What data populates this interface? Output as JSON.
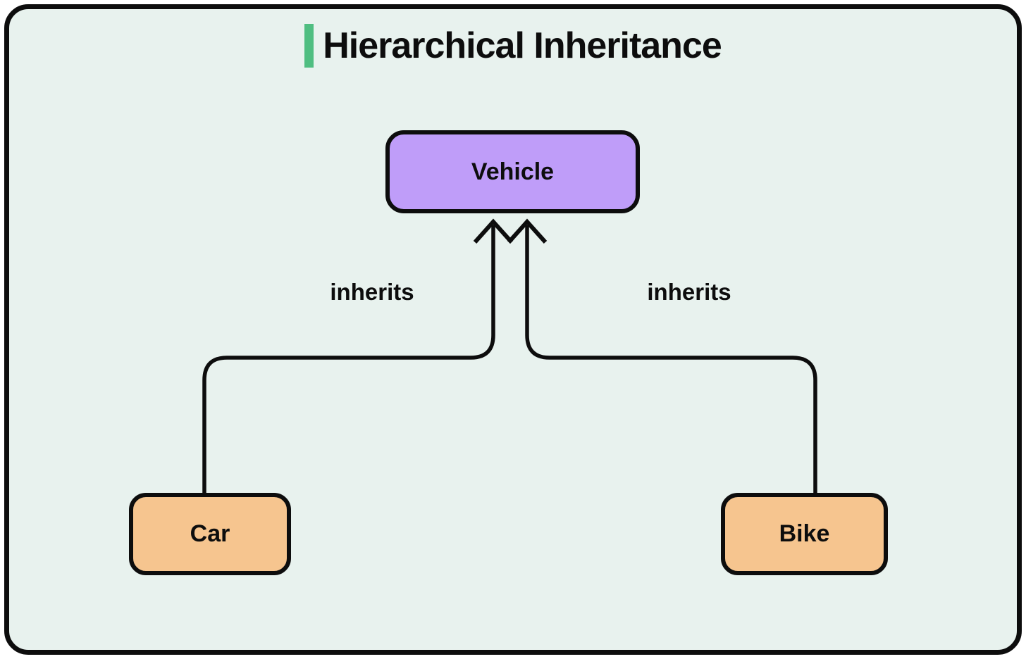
{
  "title": {
    "text": "Hierarchical Inheritance"
  },
  "colors": {
    "page_bg": "#ffffff",
    "canvas_bg": "#e8f2ee",
    "frame_border": "#0d0d0d",
    "accent_green": "#4fbe81",
    "node_parent_fill": "#bf9df9",
    "node_child_fill": "#f6c58f",
    "node_border": "#0d0d0d",
    "line": "#0d0d0d",
    "text": "#0d0d0d"
  },
  "diagram": {
    "nodes": {
      "vehicle": {
        "label": "Vehicle"
      },
      "car": {
        "label": "Car"
      },
      "bike": {
        "label": "Bike"
      }
    },
    "edges": {
      "car_to_vehicle": {
        "label": "inherits"
      },
      "bike_to_vehicle": {
        "label": "inherits"
      }
    }
  }
}
